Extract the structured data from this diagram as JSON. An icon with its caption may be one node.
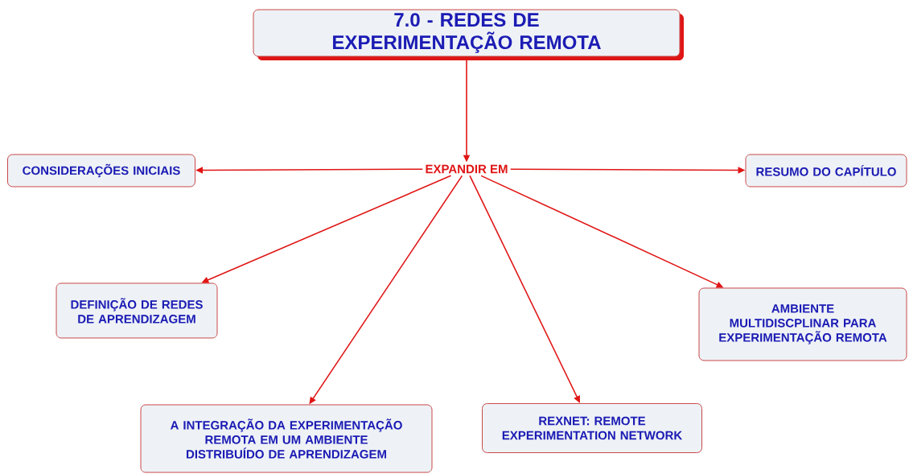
{
  "diagram": {
    "nodes": [
      {
        "text": [
          "7.0 - REDES DE EXPERIMENTAÇÃO REMOTA"
        ]
      },
      {
        "text": [
          "EXPANDIR EM"
        ]
      },
      {
        "text": [
          "CONSIDERAÇÕES INICIAIS"
        ]
      },
      {
        "text": [
          "RESUMO DO CAPÍTULO"
        ]
      },
      {
        "text": [
          "DEFINIÇÃO DE REDES DE APRENDIZAGEM"
        ]
      },
      {
        "text": [
          "AMBIENTE MULTIDISCPLINAR PARA EXPERIMENTAÇÃO REMOTA"
        ]
      },
      {
        "text": [
          "A INTEGRAÇÃO DA EXPERIMENTAÇÃO REMOTA EM UM AMBIENTE DISTRIBUÍDO DE APRENDIZAGEM"
        ]
      },
      {
        "text": [
          "REXNET: REMOTE EXPERIMENTATION NETWORK"
        ]
      }
    ],
    "edges": [
      {
        "from": 0,
        "to": 1,
        "arrow": "to"
      },
      {
        "from": 1,
        "to": 2,
        "arrow": "to"
      },
      {
        "from": 1,
        "to": 3,
        "arrow": "to"
      },
      {
        "from": 1,
        "to": 4,
        "arrow": "to"
      },
      {
        "from": 1,
        "to": 5,
        "arrow": "to"
      },
      {
        "from": 1,
        "to": 6,
        "arrow": "to"
      },
      {
        "from": 1,
        "to": 7,
        "arrow": "to"
      }
    ]
  }
}
